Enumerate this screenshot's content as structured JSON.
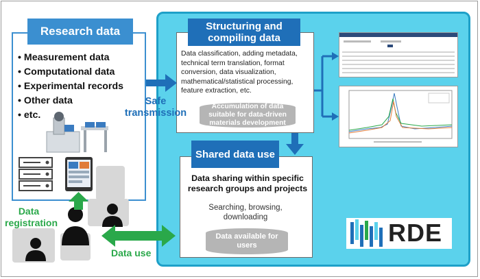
{
  "research_data": {
    "title": "Research data",
    "items": [
      "Measurement data",
      "Computational data",
      "Experimental records",
      "Other data",
      "etc."
    ]
  },
  "structuring": {
    "title": "Structuring and compiling data",
    "description": "Data classification, adding metadata, technical term translation, format conversion, data visualization, mathematical/statistical processing, feature extraction, etc.",
    "storage": "Accumulation of data suitable for data-driven materials development"
  },
  "shared": {
    "title": "Shared data use",
    "main": "Data sharing within specific research groups and projects",
    "sub": "Searching, browsing, downloading",
    "storage": "Data available for users"
  },
  "labels": {
    "safe_transmission": "Safe transmission",
    "data_registration": "Data registration",
    "data_use": "Data use"
  },
  "logo": {
    "text": "RDE"
  },
  "colors": {
    "accent_blue": "#1f6fb8",
    "panel_cyan": "#5bd2ec",
    "arrow_green": "#2aa84a"
  }
}
